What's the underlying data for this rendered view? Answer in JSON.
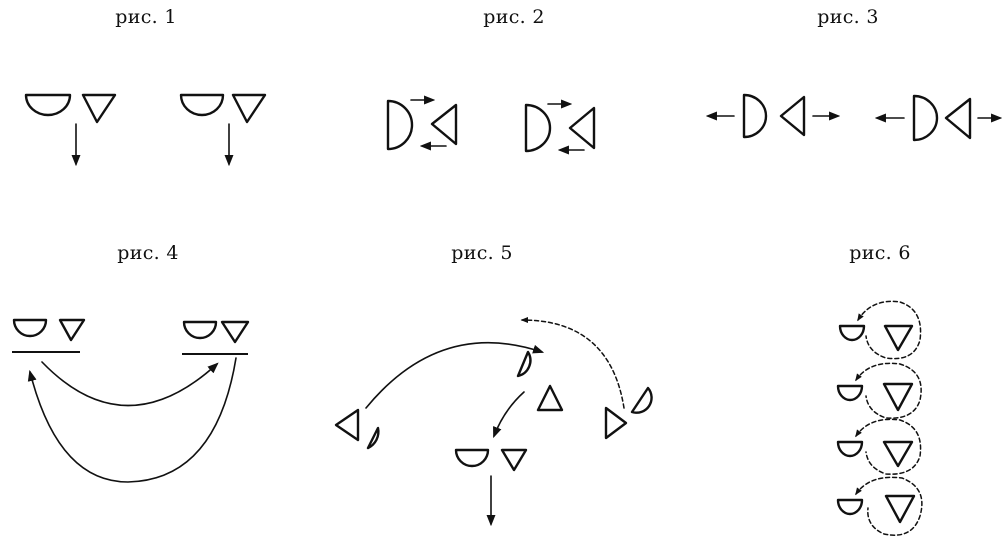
{
  "figures": [
    {
      "id": "fig1",
      "caption": "рис. 1"
    },
    {
      "id": "fig2",
      "caption": "рис. 2"
    },
    {
      "id": "fig3",
      "caption": "рис. 3"
    },
    {
      "id": "fig4",
      "caption": "рис. 4"
    },
    {
      "id": "fig5",
      "caption": "рис. 5"
    },
    {
      "id": "fig6",
      "caption": "рис. 6"
    }
  ]
}
